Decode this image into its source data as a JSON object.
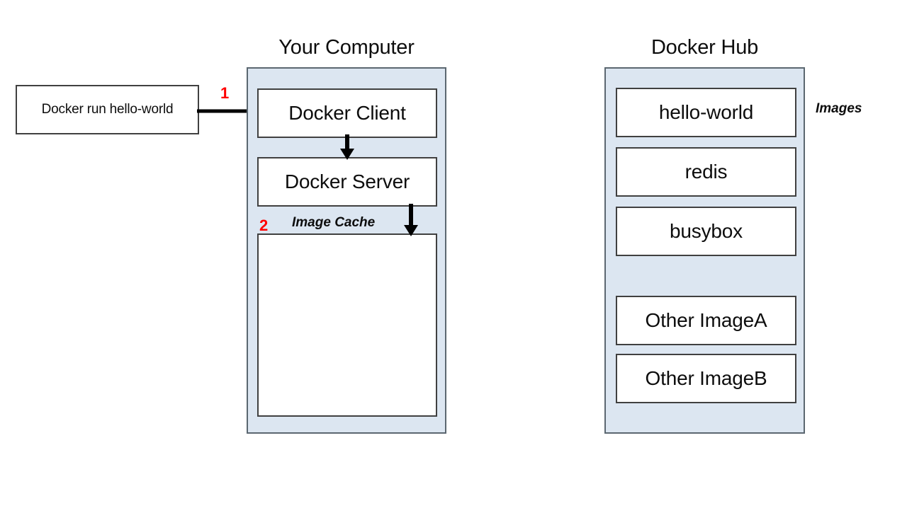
{
  "diagram": {
    "title_left": "Your Computer",
    "title_right": "Docker Hub",
    "command_box": {
      "text": "Docker run hello-world"
    },
    "steps": [
      {
        "num": "1"
      },
      {
        "num": "2"
      }
    ],
    "your_computer": {
      "docker_client": "Docker Client",
      "docker_server": "Docker Server",
      "image_cache_label": "Image Cache",
      "image_cache_contents": ""
    },
    "docker_hub": {
      "images_label": "Images",
      "images": [
        {
          "name": "hello-world"
        },
        {
          "name": "redis"
        },
        {
          "name": "busybox"
        },
        {
          "name": "Other ImageA"
        },
        {
          "name": "Other ImageB"
        }
      ]
    },
    "colors": {
      "panel_fill": "#dce6f1",
      "panel_border": "#5b6770",
      "box_border": "#404040",
      "step_marker": "#ff0000",
      "text": "#0d0d0d",
      "arrow": "#000000"
    }
  }
}
